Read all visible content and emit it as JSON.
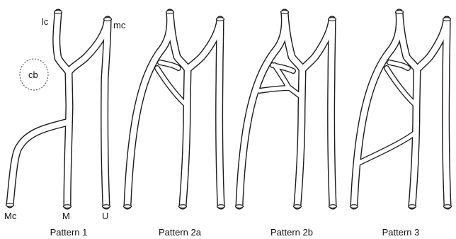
{
  "panels": [
    {
      "label": "Pattern 1"
    },
    {
      "label": "Pattern 2a"
    },
    {
      "label": "Pattern 2b"
    },
    {
      "label": "Pattern 3"
    }
  ],
  "vessel_labels": {
    "lc": "lc",
    "mc": "mc",
    "cb": "cb",
    "Mc": "Mc",
    "M": "M",
    "U": "U"
  }
}
